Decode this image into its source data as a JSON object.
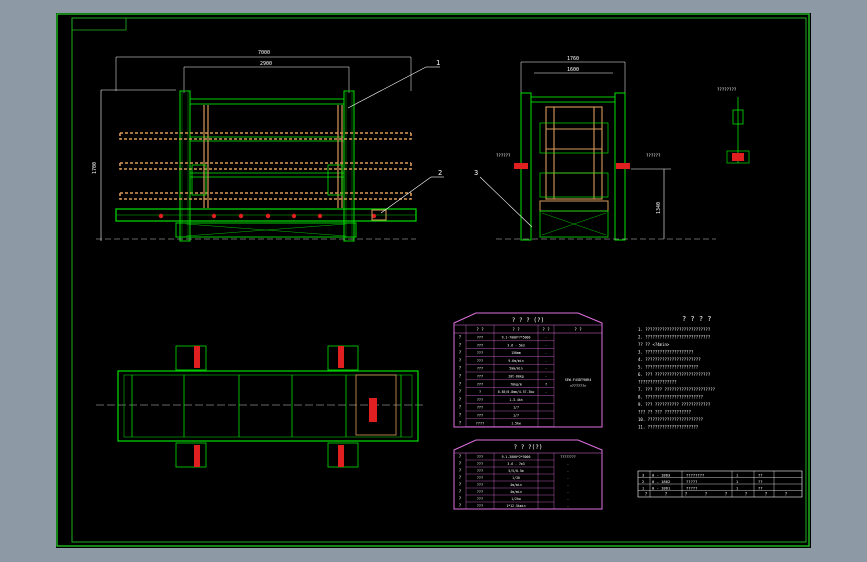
{
  "colors": {
    "background": "#8d9aa6",
    "sheet": "#000000",
    "frame": "#1fb01f",
    "structure": "#00e000",
    "part": "#d99a5a",
    "accent": "#e02020",
    "table_border": "#e070e0",
    "dimension": "#ffffff"
  },
  "dimensions": {
    "front_overall": "7000",
    "front_inner": "2900",
    "front_height": "1700",
    "side_overall": "1760",
    "side_inner": "1600",
    "side_height": "1340"
  },
  "callouts": {
    "c1": "1",
    "c2": "2",
    "c3": "3"
  },
  "small_labels": {
    "side_left": "??????",
    "side_right": "??????",
    "detail_top": "????????"
  },
  "table1": {
    "title": "? ? ? (?)",
    "header": [
      "? ?",
      "? ?",
      "? ?",
      "? ?"
    ],
    "rows": [
      [
        "?",
        "???",
        "9.1-7000*7*5000",
        "-"
      ],
      [
        "?",
        "???",
        "3.6 - 5m3",
        "-"
      ],
      [
        "?",
        "???",
        "150mm",
        "-"
      ],
      [
        "?",
        "???",
        "9.6m/min",
        "-"
      ],
      [
        "?",
        "???",
        "5mm/min",
        "-"
      ],
      [
        "?",
        "???",
        "20t-60kg",
        "-"
      ],
      [
        "?",
        "???",
        "70kg/m",
        "?"
      ],
      [
        "?",
        "?",
        "0.85/0.8mm/4.57.3kw",
        "-"
      ],
      [
        "?",
        "???",
        "1-3.4kh",
        ""
      ],
      [
        "?",
        "???",
        "1/7",
        ""
      ],
      [
        "?",
        "???",
        "1/7",
        ""
      ],
      [
        "?",
        "????",
        "1.5kw",
        ""
      ]
    ],
    "note": "SEW-F45DT90R4 <??????>"
  },
  "table2": {
    "title": "? ? ?(?)",
    "rows": [
      [
        "?",
        "???",
        "9.1-3000*2*5000",
        "????????"
      ],
      [
        "?",
        "???",
        "3.6 - 7m3",
        "-"
      ],
      [
        "?",
        "???",
        "5/5/0.5m",
        "-"
      ],
      [
        "?",
        "???",
        "1/30",
        "-"
      ],
      [
        "?",
        "???",
        "4m/min",
        "-"
      ],
      [
        "?",
        "???",
        "4m/min",
        "-"
      ],
      [
        "?",
        "???",
        "1/2kw",
        "-"
      ],
      [
        "?",
        "???",
        "1*12.5kmin",
        "-"
      ]
    ]
  },
  "notes": {
    "title": "? ? ? ?",
    "items": [
      "1. ???????????????????????????",
      "2. ???????????????????????????",
      "   ?? ?? <?4min>",
      "3. ????????????????????",
      "4. ???????????????????????",
      "5. ??????????????????????",
      "6. ??? ???????????????????????",
      "   ????????????????",
      "7. ??? ??? ?????????????????????",
      "8. ????????????????????????",
      "9. ??? ?????????? ????????????",
      "   ??? ?? ??? ???????????",
      "10. ???????????????????????",
      "11. ?????????????????????"
    ]
  },
  "title_block": {
    "rows": [
      [
        "3",
        "0 - 1863",
        "????????",
        "1",
        "??"
      ],
      [
        "2",
        "0 - 1862",
        "?????",
        "1",
        "??"
      ],
      [
        "1",
        "0 - 1861",
        "?????",
        "1",
        "??"
      ]
    ],
    "footer": [
      "?",
      "?",
      "?",
      "?",
      "?",
      "?",
      "?",
      "?"
    ]
  }
}
